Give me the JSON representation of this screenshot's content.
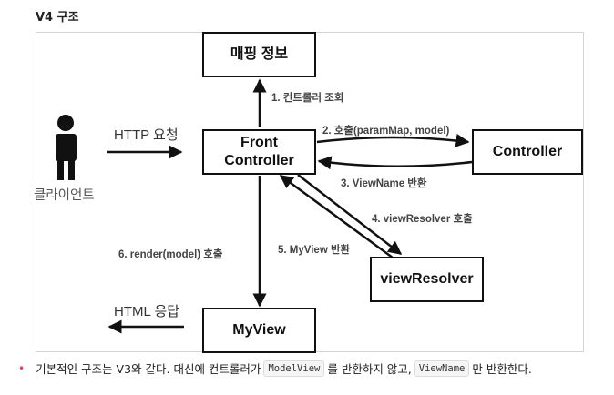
{
  "title": "V4 구조",
  "boxes": {
    "mapping_info": "매핑 정보",
    "front_controller": "Front\nController",
    "controller": "Controller",
    "view_resolver": "viewResolver",
    "my_view": "MyView"
  },
  "client_label": "클라이언트",
  "edge_labels": {
    "lookup": "1. 컨트롤러 조회",
    "call": "2. 호출(paramMap, model)",
    "return_viewname": "3. ViewName 반환",
    "view_resolver_call": "4. viewResolver 호출",
    "return_myview": "5. MyView 반환",
    "render": "6. render(model) 호출",
    "http_request": "HTTP 요청",
    "html_response": "HTML 응답"
  },
  "note": {
    "part1": "기본적인 구조는 V3와 같다. 대신에 컨트롤러가",
    "code1": "ModelView",
    "part2": "를 반환하지 않고,",
    "code2": "ViewName",
    "part3": "만 반환한다."
  }
}
